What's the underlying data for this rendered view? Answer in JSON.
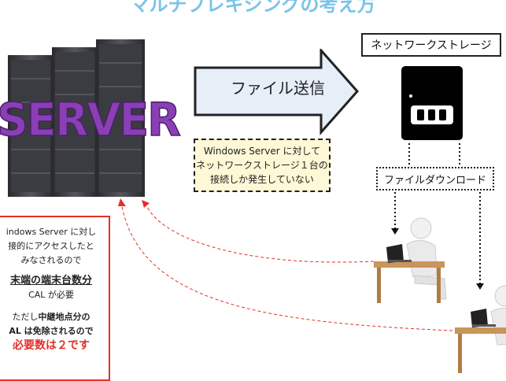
{
  "title": "マルチプレキシングの考え方",
  "server_logo": "SERVER",
  "storage_label": "ネットワークストレージ",
  "send_label": "ファイル送信",
  "download_label": "ファイルダウンロード",
  "note_lines": [
    "Windows Server に対して",
    "ネットワークストレージ１台の",
    "接続しか発生していない"
  ],
  "red_box": {
    "line1": "indows Server に対し",
    "line2": "接的にアクセスしたと",
    "line3": "みなされるので",
    "emph_line": "末端の端末台数分",
    "cal_line": "CAL が必要",
    "line4_pre": "ただし",
    "line4_bold": "中継地点分の",
    "line5": "AL は免除されるので",
    "line6": "必要数は２です"
  },
  "colors": {
    "title": "#7ac4e8",
    "arrow_fill": "#e6eef8",
    "red": "#e4302a",
    "note_bg": "#fff8d6",
    "server_logo": "#8a3fb4"
  }
}
